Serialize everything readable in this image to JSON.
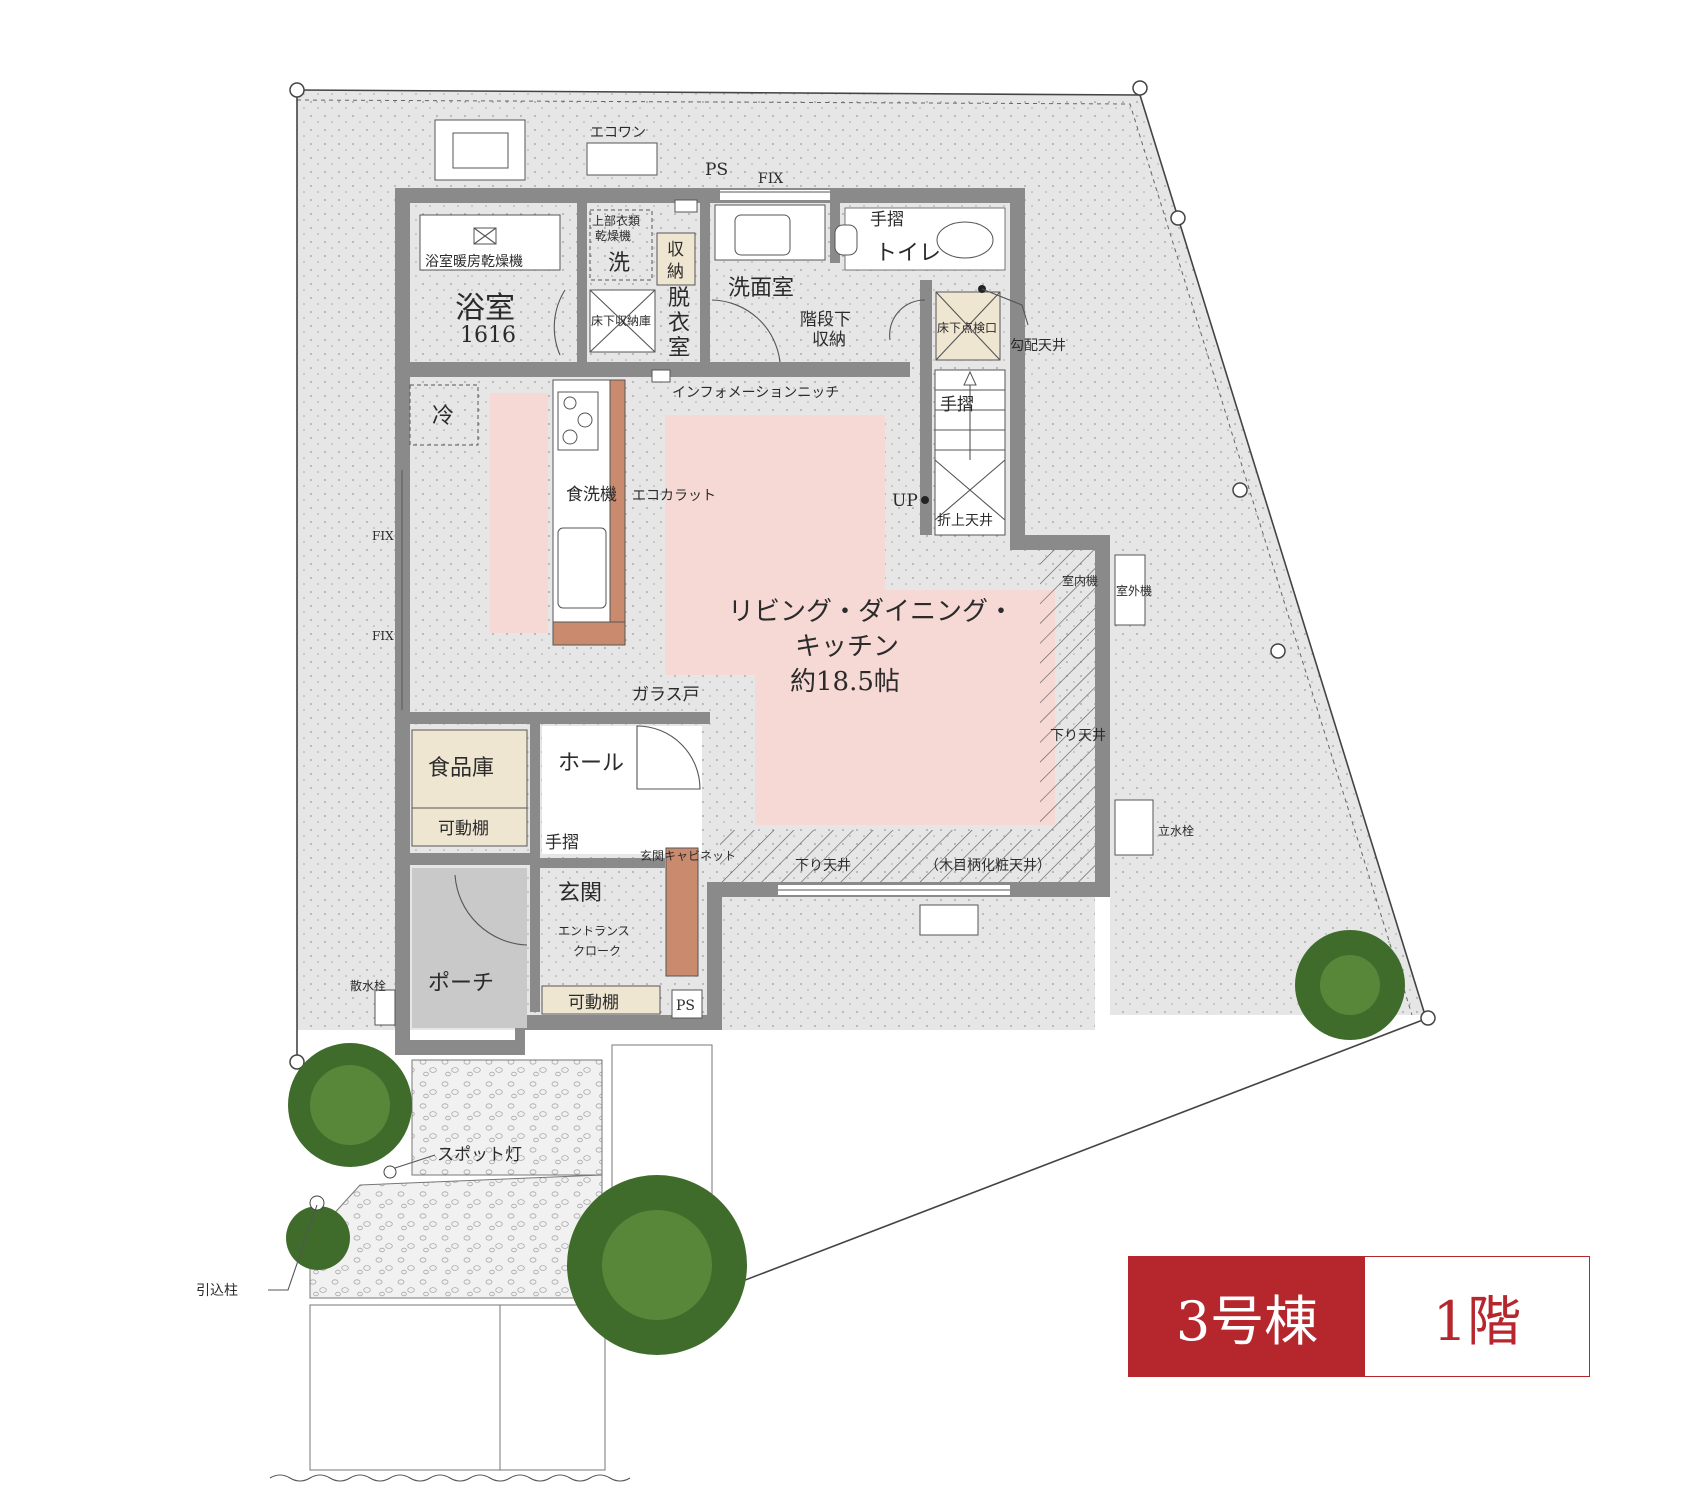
{
  "badge": {
    "building": "3号棟",
    "floor": "1階"
  },
  "rooms": {
    "bath_heater": "浴室暖房乾燥機",
    "bath": "浴室",
    "bath_size": "1616",
    "dryer_top": "上部衣類",
    "dryer_mid": "乾燥機",
    "washer": "洗",
    "storage_1": "収",
    "storage_2": "納",
    "underfloor": "床下収納庫",
    "dressing_1": "脱",
    "dressing_2": "衣",
    "dressing_3": "室",
    "washroom": "洗面室",
    "toilet": "トイレ",
    "handrail": "手摺",
    "under_stair_1": "階段下",
    "under_stair_2": "収納",
    "inspection": "床下点検口",
    "sloped_ceiling": "勾配天井",
    "fridge": "冷",
    "dishwasher": "食洗機",
    "eco_carat": "エコカラット",
    "info_niche": "インフォメーションニッチ",
    "up": "UP",
    "folded_ceiling": "折上天井",
    "indoor_unit": "室内機",
    "outdoor_unit": "室外機",
    "dropped_ceiling": "下り天井",
    "ldk_1": "リビング・ダイニング・",
    "ldk_2": "キッチン",
    "ldk_3": "約18.5帖",
    "glass_door": "ガラス戸",
    "pantry": "食品庫",
    "movable_shelf": "可動棚",
    "hall": "ホール",
    "entrance": "玄関",
    "entrance_cabinet": "玄関キャビネット",
    "entrance_cloak_1": "エントランス",
    "entrance_cloak_2": "クローク",
    "porch": "ポーチ",
    "ps": "PS",
    "fix": "FIX",
    "eco_one": "エコワン",
    "dropped_ceiling_wood": "（木目柄化粧天井）",
    "standpipe": "立水栓",
    "sprinkler_tap": "散水栓",
    "spotlight": "スポット灯",
    "service_pole": "引込柱"
  },
  "colors": {
    "accent": "#b5262d",
    "ldk_tint": "#f6d9d5",
    "wall": "#8a8a8a",
    "garden": "#e6e6e6",
    "pantry": "#efe6d2",
    "cabinet": "#c98a6e",
    "porch": "#c9c9c9",
    "tree": "#3f6b2b"
  }
}
